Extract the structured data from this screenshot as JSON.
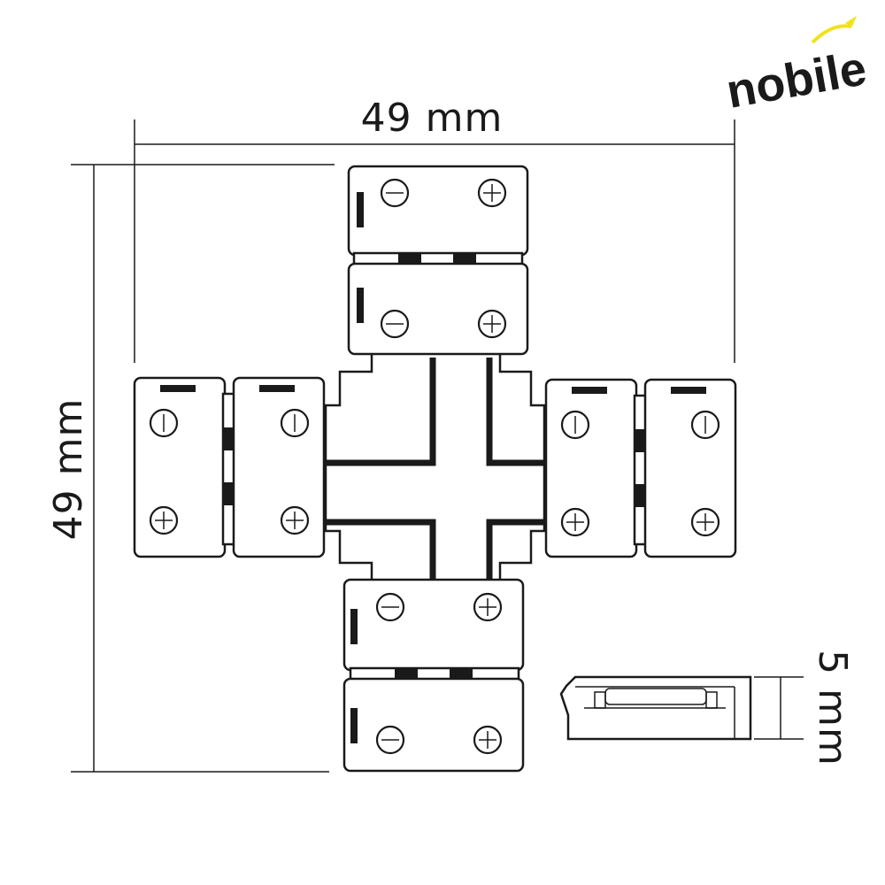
{
  "brand": {
    "name": "nobile",
    "accent_color": "#f2e21b",
    "ink_color": "#1a1a1a"
  },
  "dimensions": {
    "width_label": "49 mm",
    "height_label": "49 mm",
    "depth_label": "5 mm"
  },
  "icons": {
    "minus": "minus-terminal-icon",
    "plus": "plus-terminal-icon"
  }
}
